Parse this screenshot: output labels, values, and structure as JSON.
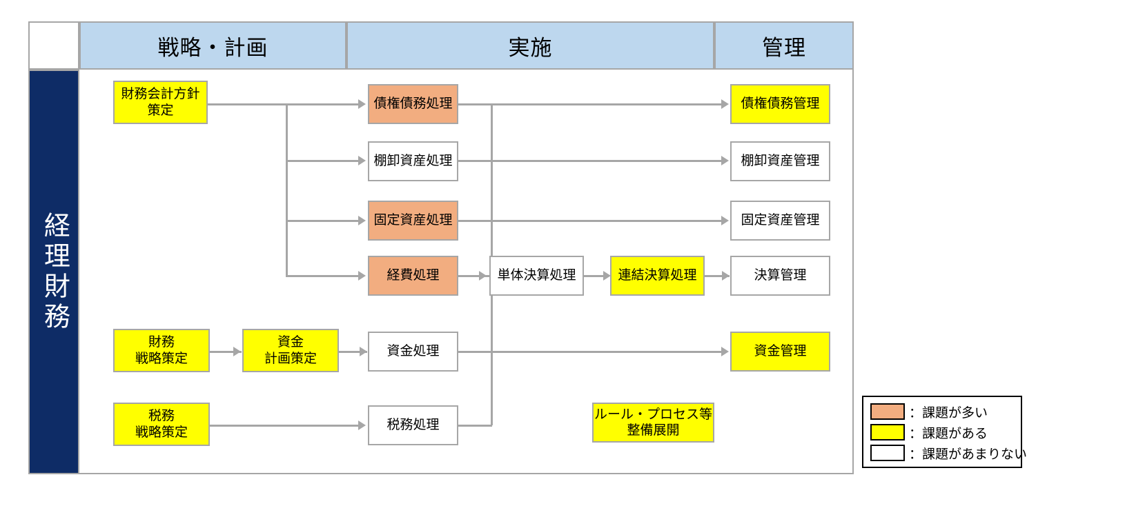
{
  "diagram": {
    "title_band": "経理財務",
    "columns": [
      {
        "id": "strategy",
        "label": "戦略・計画"
      },
      {
        "id": "execution",
        "label": "実施"
      },
      {
        "id": "management",
        "label": "管理"
      }
    ],
    "nodes": [
      {
        "id": "fin-acct-policy",
        "label": "財務会計方針\n策定",
        "status": "yellow",
        "column": "strategy"
      },
      {
        "id": "fin-strategy",
        "label": "財務\n戦略策定",
        "status": "yellow",
        "column": "strategy"
      },
      {
        "id": "fund-plan",
        "label": "資金\n計画策定",
        "status": "yellow",
        "column": "strategy"
      },
      {
        "id": "tax-strategy",
        "label": "税務\n戦略策定",
        "status": "yellow",
        "column": "strategy"
      },
      {
        "id": "ar-ap-process",
        "label": "債権債務処理",
        "status": "orange",
        "column": "execution"
      },
      {
        "id": "inventory-process",
        "label": "棚卸資産処理",
        "status": "white",
        "column": "execution"
      },
      {
        "id": "fixed-asset-process",
        "label": "固定資産処理",
        "status": "orange",
        "column": "execution"
      },
      {
        "id": "expense-process",
        "label": "経費処理",
        "status": "orange",
        "column": "execution"
      },
      {
        "id": "standalone-closing",
        "label": "単体決算処理",
        "status": "white",
        "column": "execution"
      },
      {
        "id": "consolidated-closing",
        "label": "連結決算処理",
        "status": "yellow",
        "column": "execution"
      },
      {
        "id": "fund-process",
        "label": "資金処理",
        "status": "white",
        "column": "execution"
      },
      {
        "id": "tax-process",
        "label": "税務処理",
        "status": "white",
        "column": "execution"
      },
      {
        "id": "rule-process-dev",
        "label": "ルール・プロセス等\n整備展開",
        "status": "yellow",
        "column": "execution"
      },
      {
        "id": "ar-ap-mgmt",
        "label": "債権債務管理",
        "status": "yellow",
        "column": "management"
      },
      {
        "id": "inventory-mgmt",
        "label": "棚卸資産管理",
        "status": "white",
        "column": "management"
      },
      {
        "id": "fixed-asset-mgmt",
        "label": "固定資産管理",
        "status": "white",
        "column": "management"
      },
      {
        "id": "closing-mgmt",
        "label": "決算管理",
        "status": "white",
        "column": "management"
      },
      {
        "id": "fund-mgmt",
        "label": "資金管理",
        "status": "yellow",
        "column": "management"
      }
    ],
    "legend": {
      "items": [
        {
          "status": "orange",
          "label": "：課題が多い"
        },
        {
          "status": "yellow",
          "label": "：課題がある"
        },
        {
          "status": "white",
          "label": "：課題があまりない"
        }
      ]
    },
    "colors": {
      "status_orange": "#F2AD80",
      "status_yellow": "#FFFF00",
      "status_white": "#FFFFFF",
      "header_blue": "#BDD7EE",
      "band_navy": "#0E2C66",
      "line_gray": "#A6A6A6"
    }
  }
}
